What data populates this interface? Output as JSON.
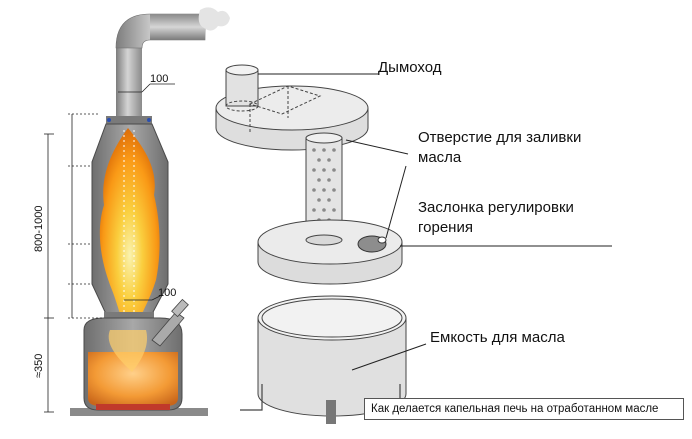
{
  "labels": {
    "chimney": "Дымоход",
    "fill_hole_line1": "Отверстие для заливки",
    "fill_hole_line2": "масла",
    "damper_line1": "Заслонка регулировки",
    "damper_line2": "горения",
    "oil_tank": "Емкость для масла"
  },
  "dimensions": {
    "pipe_diameter_top": "100",
    "pipe_diameter_bottom": "100",
    "body_height": "800-1000",
    "tank_height": "≈350"
  },
  "caption": "Как делается капельная печь на отработанном масле",
  "colors": {
    "metal": "#9a9a9a",
    "glass": "#e6e6e6",
    "flame": "#ffb400",
    "oil": "#e58a2a",
    "line": "#333333"
  }
}
